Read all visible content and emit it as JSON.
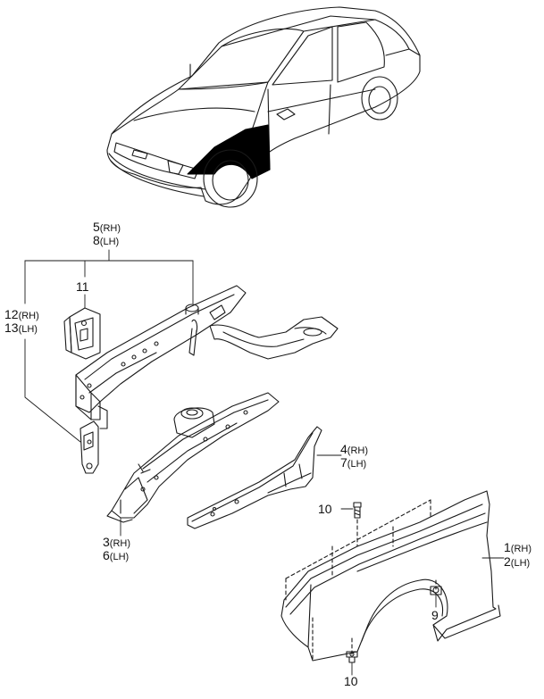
{
  "callouts": [
    {
      "id": "c5",
      "num": "5",
      "side": "(RH)"
    },
    {
      "id": "c8",
      "num": "8",
      "side": "(LH)"
    },
    {
      "id": "c11",
      "num": "11",
      "side": ""
    },
    {
      "id": "c12",
      "num": "12",
      "side": "(RH)"
    },
    {
      "id": "c13",
      "num": "13",
      "side": "(LH)"
    },
    {
      "id": "c4",
      "num": "4",
      "side": "(RH)"
    },
    {
      "id": "c7",
      "num": "7",
      "side": "(LH)"
    },
    {
      "id": "c10a",
      "num": "10",
      "side": ""
    },
    {
      "id": "c3",
      "num": "3",
      "side": "(RH)"
    },
    {
      "id": "c6",
      "num": "6",
      "side": "(LH)"
    },
    {
      "id": "c1",
      "num": "1",
      "side": "(RH)"
    },
    {
      "id": "c2",
      "num": "2",
      "side": "(LH)"
    },
    {
      "id": "c9",
      "num": "9",
      "side": ""
    },
    {
      "id": "c10b",
      "num": "10",
      "side": ""
    }
  ],
  "colors": {
    "line": "#1a1a1a",
    "fill": "#ffffff",
    "highlight": "#000000"
  }
}
